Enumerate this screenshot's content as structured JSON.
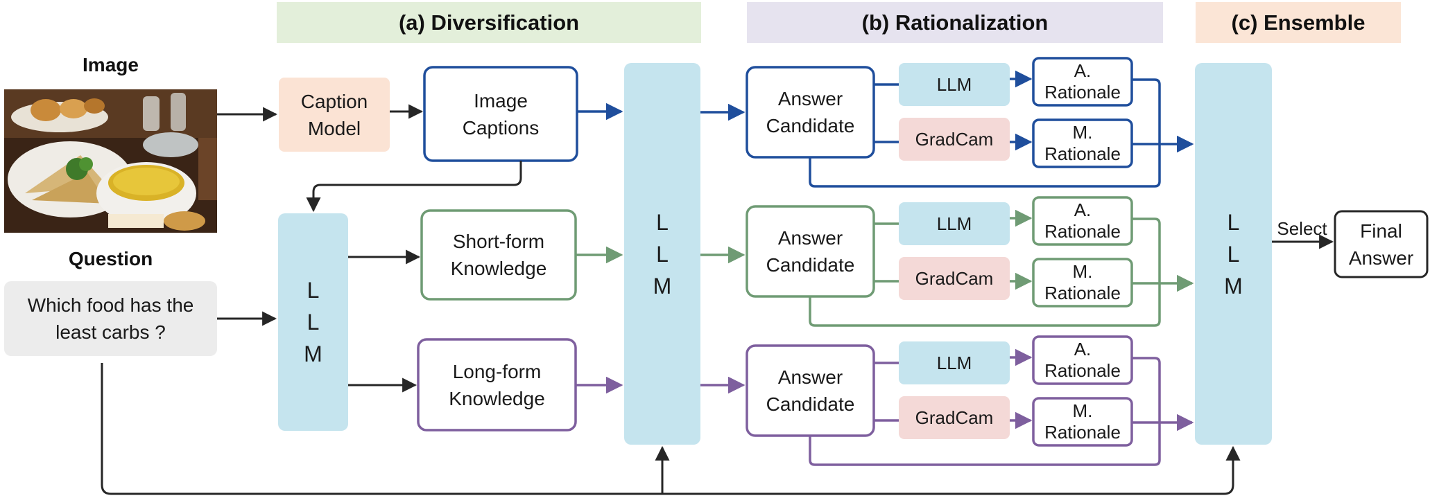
{
  "sections": {
    "diversification": "(a) Diversification",
    "rationalization": "(b) Rationalization",
    "ensemble": "(c) Ensemble"
  },
  "inputs": {
    "image_label": "Image",
    "question_label": "Question",
    "question_text": "Which food has the\nleast carbs ?"
  },
  "diversification": {
    "caption_model": "Caption\nModel",
    "image_captions": "Image\nCaptions",
    "llm": "L\nL\nM",
    "short_form": "Short-form\nKnowledge",
    "long_form": "Long-form\nKnowledge"
  },
  "center_llm": "L\nL\nM",
  "rationalization": {
    "rows": [
      {
        "answer": "Answer\nCandidate",
        "llm": "LLM",
        "gradcam": "GradCam",
        "a_rationale": "A.\nRationale",
        "m_rationale": "M.\nRationale",
        "color": "#1f4e9c"
      },
      {
        "answer": "Answer\nCandidate",
        "llm": "LLM",
        "gradcam": "GradCam",
        "a_rationale": "A.\nRationale",
        "m_rationale": "M.\nRationale",
        "color": "#6f9b74"
      },
      {
        "answer": "Answer\nCandidate",
        "llm": "LLM",
        "gradcam": "GradCam",
        "a_rationale": "A.\nRationale",
        "m_rationale": "M.\nRationale",
        "color": "#7e5f9e"
      }
    ]
  },
  "ensemble": {
    "llm": "L\nL\nM",
    "select": "Select",
    "final_answer": "Final\nAnswer"
  },
  "colors": {
    "blue": "#1f4e9c",
    "green": "#6f9b74",
    "purple": "#7e5f9e",
    "dark": "#262626",
    "llm_fill": "#c5e4ee",
    "caption_fill": "#fbe3d4",
    "gradcam_fill": "#f4d9d7",
    "question_fill": "#ececec",
    "hdr_green": "#e3efda",
    "hdr_purple": "#e6e3ef",
    "hdr_orange": "#fbe5d6"
  }
}
